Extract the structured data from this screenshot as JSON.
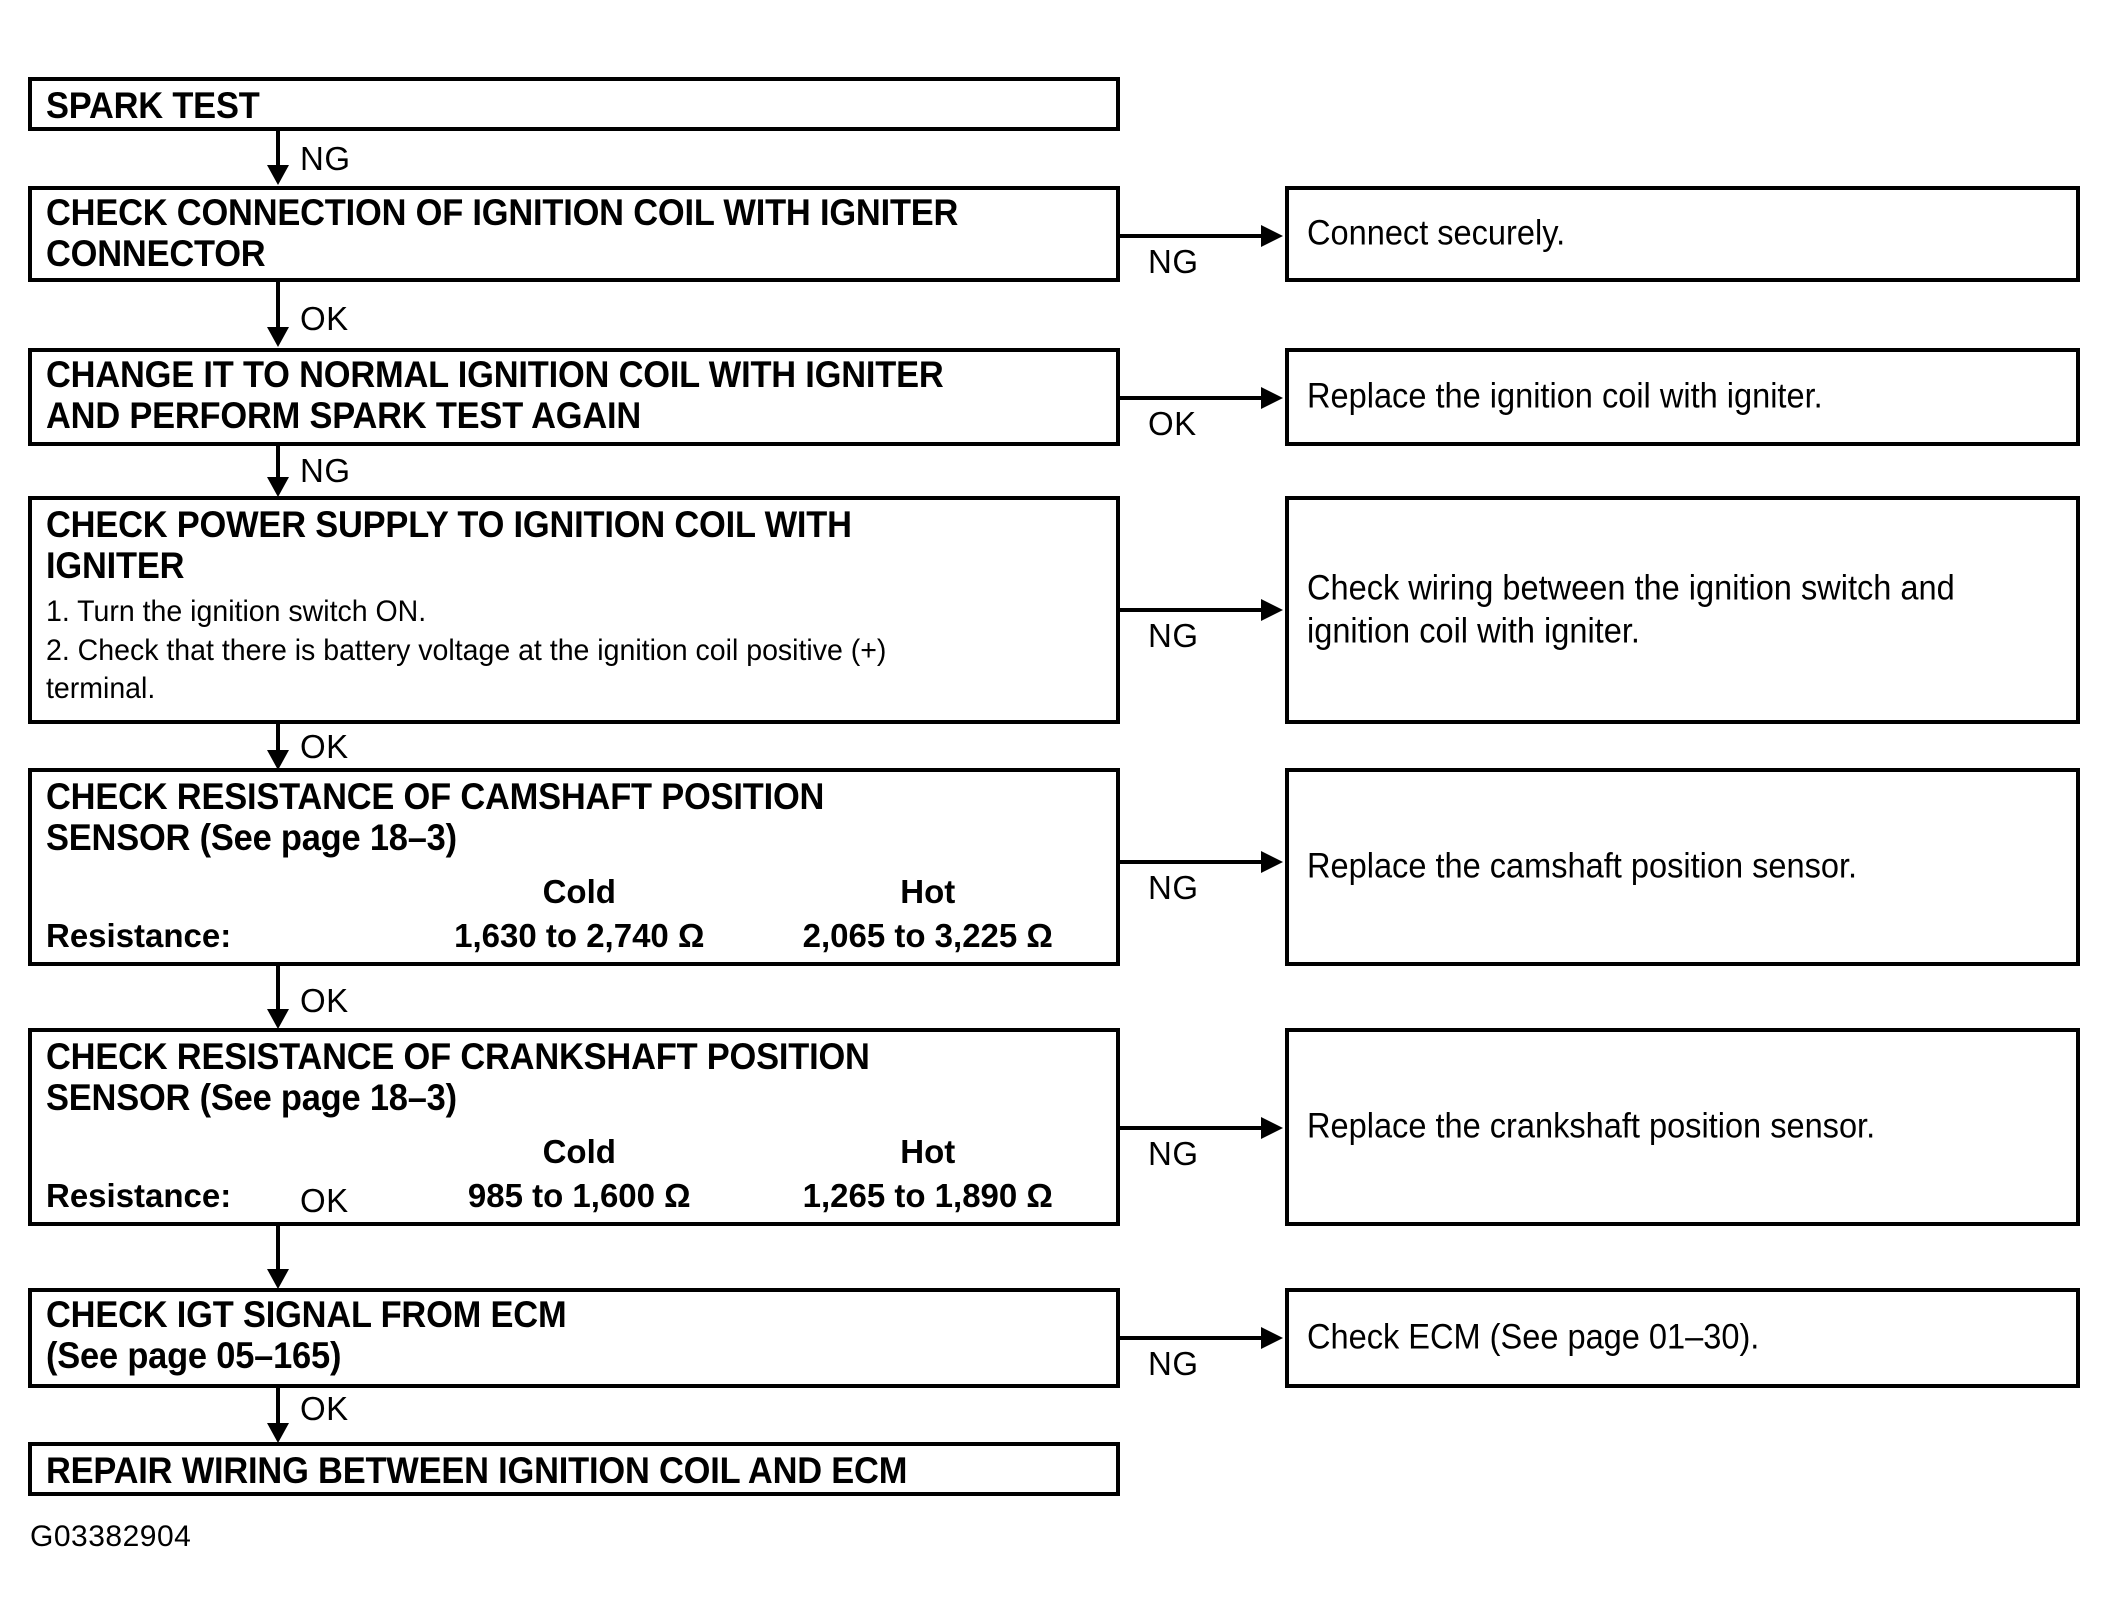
{
  "caption": "G03382904",
  "labels": {
    "ng": "NG",
    "ok": "OK"
  },
  "steps": [
    {
      "id": "spark-test",
      "title": "SPARK TEST"
    },
    {
      "id": "check-connection",
      "title": "CHECK CONNECTION OF IGNITION COIL WITH IGNITER\nCONNECTOR"
    },
    {
      "id": "change-coil",
      "title": "CHANGE IT TO NORMAL IGNITION COIL WITH IGNITER\nAND PERFORM SPARK TEST AGAIN"
    },
    {
      "id": "check-power-supply",
      "title": "CHECK POWER SUPPLY TO IGNITION COIL WITH\n IGNITER",
      "substeps": [
        "1. Turn the ignition switch ON.",
        "2. Check that there is battery voltage at the ignition coil positive (+)\n     terminal."
      ]
    },
    {
      "id": "check-camshaft-sensor",
      "title": "CHECK RESISTANCE OF CAMSHAFT POSITION\nSENSOR (See page 18–3)",
      "table": {
        "row_label": "Resistance:",
        "headers": [
          "Cold",
          "Hot"
        ],
        "values": [
          "1,630 to 2,740 Ω",
          "2,065 to 3,225 Ω"
        ]
      }
    },
    {
      "id": "check-crankshaft-sensor",
      "title": "CHECK RESISTANCE OF CRANKSHAFT POSITION\nSENSOR (See page 18–3)",
      "table": {
        "row_label": "Resistance:",
        "headers": [
          "Cold",
          "Hot"
        ],
        "values": [
          "985 to 1,600 Ω",
          "1,265 to 1,890 Ω"
        ]
      }
    },
    {
      "id": "check-igt-signal",
      "title": "CHECK IGT SIGNAL FROM ECM\n(See page 05–165)"
    },
    {
      "id": "repair-wiring",
      "title": "REPAIR WIRING BETWEEN IGNITION COIL AND ECM"
    }
  ],
  "results": [
    {
      "id": "connect-securely",
      "text": "Connect securely.",
      "branch": "NG"
    },
    {
      "id": "replace-ignition-coil",
      "text": "Replace the ignition coil with igniter.",
      "branch": "OK"
    },
    {
      "id": "check-wiring",
      "text": "Check wiring between the ignition switch and\nignition coil with igniter.",
      "branch": "NG"
    },
    {
      "id": "replace-camshaft-sensor",
      "text": "Replace the camshaft position sensor.",
      "branch": "NG"
    },
    {
      "id": "replace-crankshaft-sensor",
      "text": "Replace the crankshaft position sensor.",
      "branch": "NG"
    },
    {
      "id": "check-ecm",
      "text": "Check ECM (See page 01–30).",
      "branch": "NG"
    }
  ],
  "down_branches": [
    "NG",
    "OK",
    "NG",
    "OK",
    "OK",
    "OK",
    "OK"
  ]
}
